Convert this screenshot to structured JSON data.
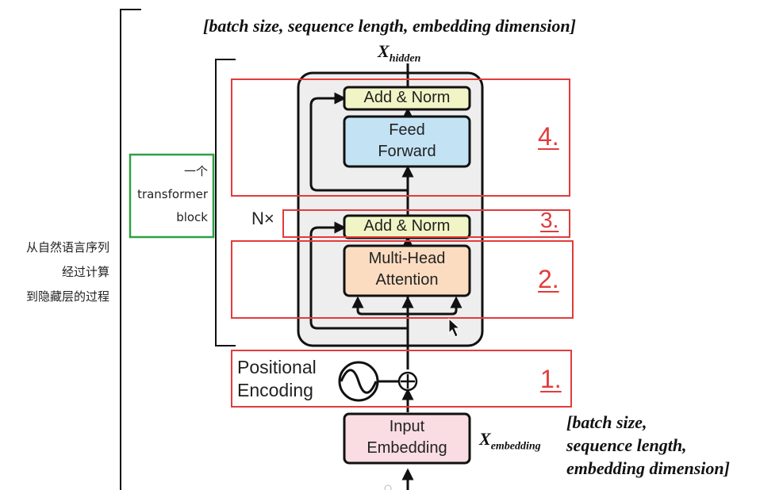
{
  "top_shape_label": "[batch size, sequence length, embedding dimension]",
  "x_hidden": {
    "base": "X",
    "sub": "hidden"
  },
  "x_embedding": {
    "base": "X",
    "sub": "embedding"
  },
  "bottom_shape_label": [
    "[batch size,",
    "sequence length,",
    "embedding dimension]"
  ],
  "blocks": {
    "add_norm_top": "Add & Norm",
    "feed_forward": [
      "Feed",
      "Forward"
    ],
    "add_norm_mid": "Add & Norm",
    "multi_head": [
      "Multi-Head",
      "Attention"
    ],
    "input_embedding": [
      "Input",
      "Embedding"
    ],
    "positional_encoding": [
      "Positional",
      "Encoding"
    ]
  },
  "nx_label": "N×",
  "step_numbers": [
    "4.",
    "3.",
    "2.",
    "1."
  ],
  "block_note": [
    "一个",
    "transformer",
    "block"
  ],
  "overall_note": [
    "从自然语言序列",
    "经过计算",
    "到隐藏层的过程"
  ],
  "colors": {
    "red_box": "#e23b3b",
    "green_box": "#2ea043",
    "add_norm_fill": "#f1f5c6",
    "feed_forward_fill": "#c3e3f5",
    "attention_fill": "#fbdcc0",
    "embedding_fill": "#f9dde2",
    "block_bg": "#eeeeee"
  }
}
